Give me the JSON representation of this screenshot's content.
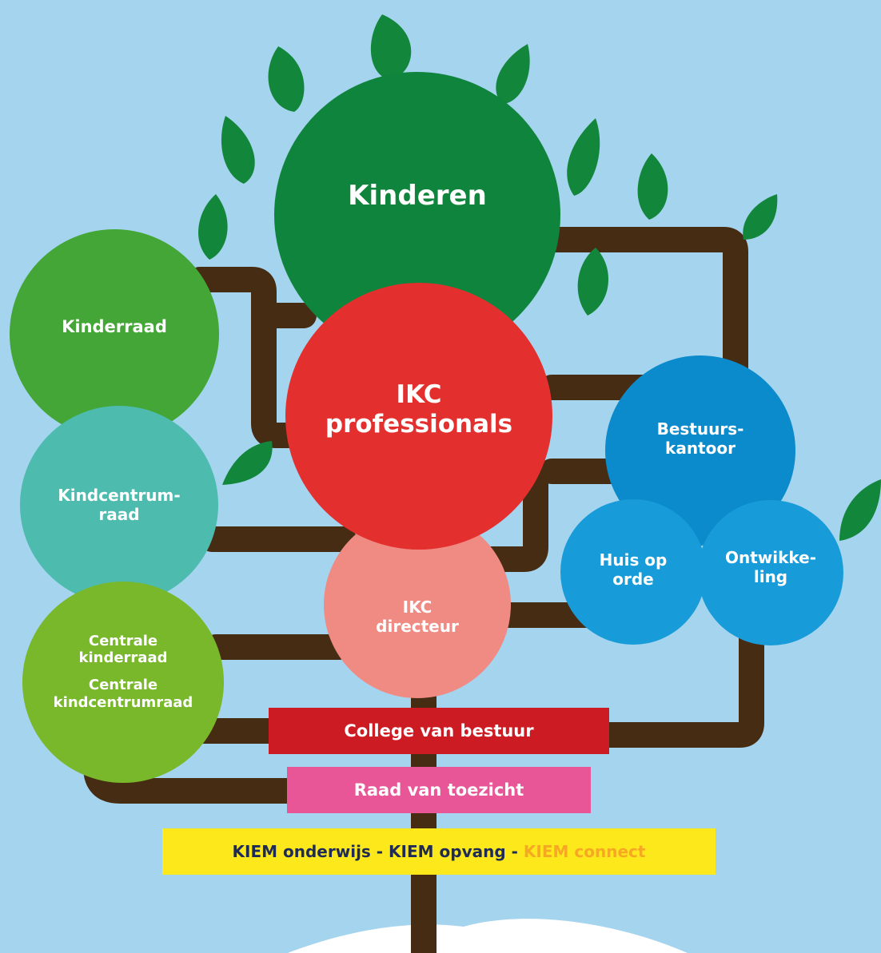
{
  "colors": {
    "sky": "#a5d4ef",
    "trunk": "#472c14",
    "leaf": "#12873b",
    "kinderen": "#0f843c",
    "kinderraad": "#43a636",
    "kindcentrumraad": "#4dbbae",
    "centrale": "#78b82a",
    "ikc_professionals": "#e3302f",
    "ikc_directeur": "#ef8b83",
    "bestuurskantoor": "#0b8bcb",
    "huis_op_orde": "#189cd9",
    "ontwikkeling": "#189cd9",
    "college": "#cc1b22",
    "raad": "#e95697",
    "kiem_bar": "#fde81b",
    "kiem_text": "#1d2b56",
    "kiem_connect": "#f7a823"
  },
  "circles": {
    "kinderen": [
      "Kinderen"
    ],
    "kinderraad": [
      "Kinderraad"
    ],
    "kindcentrumraad": [
      "Kindcentrum-",
      "raad"
    ],
    "centrale_kinderraad": [
      "Centrale",
      "kinderraad"
    ],
    "centrale_kindcentrumraad": [
      "Centrale",
      "kindcentrumraad"
    ],
    "ikc_professionals": [
      "IKC",
      "professionals"
    ],
    "ikc_directeur": [
      "IKC",
      "directeur"
    ],
    "bestuurskantoor": [
      "Bestuurs-",
      "kantoor"
    ],
    "huis_op_orde": [
      "Huis op",
      "orde"
    ],
    "ontwikkeling": [
      "Ontwikke-",
      "ling"
    ]
  },
  "bars": {
    "college": "College van bestuur",
    "raad": "Raad van toezicht",
    "kiem_onderwijs": "KIEM onderwijs - KIEM opvang - ",
    "kiem_connect": "KIEM connect"
  }
}
